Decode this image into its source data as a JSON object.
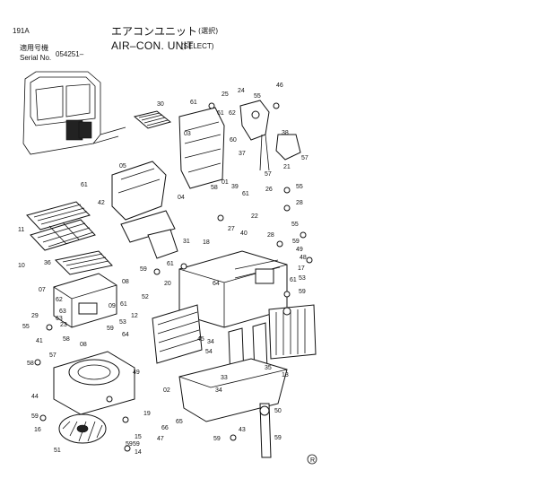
{
  "header": {
    "page_code": "191A",
    "title_jp": "エアコンユニット",
    "title_jp_sub": "(選択)",
    "title_en": "AIR–CON. UNIT",
    "title_en_sub": "(SELECT)",
    "serial_label_jp": "適用号機",
    "serial_label_en": "Serial No.",
    "serial_value": "054251–"
  },
  "part_labels": [
    "30",
    "61",
    "25",
    "55",
    "46",
    "24",
    "61",
    "03",
    "62",
    "60",
    "21",
    "38",
    "37",
    "57",
    "05",
    "61",
    "01",
    "58",
    "57",
    "26",
    "39",
    "42",
    "04",
    "61",
    "55",
    "28",
    "22",
    "55",
    "11",
    "10",
    "27",
    "31",
    "40",
    "28",
    "59",
    "18",
    "49",
    "36",
    "59",
    "61",
    "48",
    "17",
    "53",
    "20",
    "59",
    "64",
    "61",
    "08",
    "07",
    "52",
    "62",
    "61",
    "63",
    "09",
    "12",
    "59",
    "29",
    "63",
    "53",
    "55",
    "23",
    "64",
    "41",
    "34",
    "58",
    "45",
    "08",
    "57",
    "54",
    "33",
    "35",
    "58",
    "13",
    "49",
    "44",
    "34",
    "02",
    "59",
    "19",
    "16",
    "65",
    "43",
    "50",
    "15",
    "66",
    "59",
    "59",
    "47",
    "59",
    "14",
    "51",
    "59",
    "R"
  ]
}
